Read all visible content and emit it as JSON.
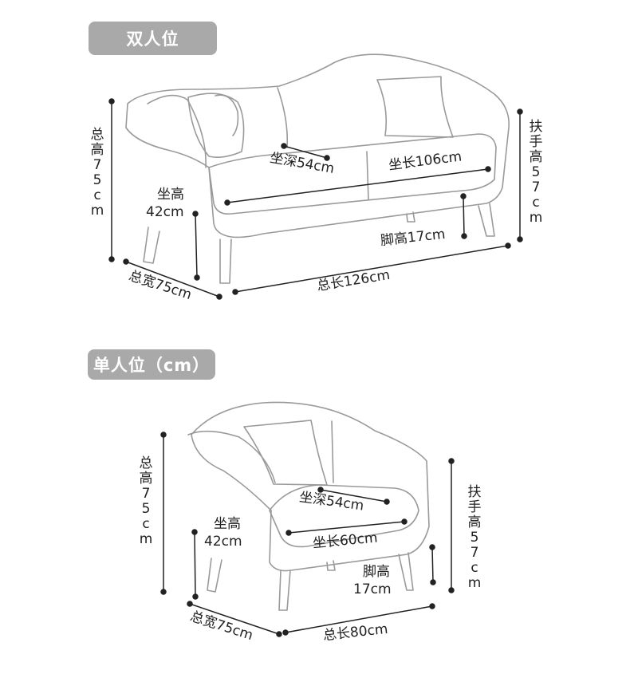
{
  "double": {
    "title": "双人位",
    "dims": {
      "seat_depth": "坐深54cm",
      "seat_length": "坐长106cm",
      "seat_height_line1": "坐高",
      "seat_height_line2": "42cm",
      "leg_height": "脚高17cm",
      "total_height": "总高75cm",
      "arm_height": "扶手高57cm",
      "total_width": "总宽75cm",
      "total_length": "总长126cm"
    }
  },
  "single": {
    "title": "单人位（cm）",
    "dims": {
      "seat_depth": "坐深54cm",
      "seat_length": "坐长60cm",
      "seat_height_line1": "坐高",
      "seat_height_line2": "42cm",
      "leg_height_line1": "脚高",
      "leg_height_line2": "17cm",
      "total_height": "总高75cm",
      "arm_height": "扶手高57cm",
      "total_width": "总宽75cm",
      "total_length": "总长80cm"
    }
  },
  "colors": {
    "badge": "#a9a9a9",
    "line": "#222222",
    "sofa_outline": "#9a9a9a"
  }
}
